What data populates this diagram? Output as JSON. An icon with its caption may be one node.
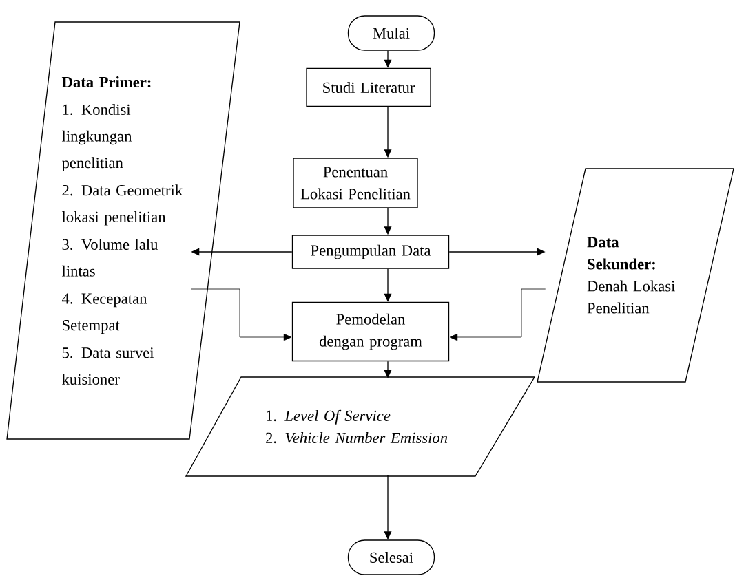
{
  "diagram": {
    "nodes": [
      {
        "text": [
          "Mulai"
        ]
      },
      {
        "text": [
          "Studi Literatur"
        ]
      },
      {
        "text": [
          "Penentuan Lokasi Penelitian"
        ]
      },
      {
        "text": [
          "Pengumpulan Data"
        ]
      },
      {
        "text": [
          "Pemodelan dengan program"
        ]
      },
      {
        "text": [
          "1. *Level Of Service*",
          "2. *Vehicle Number Emission*"
        ]
      },
      {
        "text": [
          "Selesai"
        ]
      },
      {
        "text": [
          "Data Primer:",
          "1. Kondisi lingkungan penelitian",
          "2. Data Geometrik lokasi penelitian",
          "3. Volume lalu lintas",
          "4. Kecepatan Setempat",
          "5. Data survei kuisioner"
        ]
      },
      {
        "text": [
          "Data Sekunder:",
          "Denah Lokasi Penelitian"
        ]
      }
    ],
    "edges": [
      {
        "from": 0,
        "to": 1,
        "arrow": "to"
      },
      {
        "from": 1,
        "to": 2,
        "arrow": "to"
      },
      {
        "from": 2,
        "to": 3,
        "arrow": "to"
      },
      {
        "from": 3,
        "to": 7,
        "arrow": "to"
      },
      {
        "from": 3,
        "to": 8,
        "arrow": "to"
      },
      {
        "from": 3,
        "to": 4,
        "arrow": "to"
      },
      {
        "from": 7,
        "to": 4,
        "arrow": "to"
      },
      {
        "from": 8,
        "to": 4,
        "arrow": "to"
      },
      {
        "from": 4,
        "to": 5,
        "arrow": "to"
      },
      {
        "from": 5,
        "to": 6,
        "arrow": "to"
      }
    ]
  }
}
